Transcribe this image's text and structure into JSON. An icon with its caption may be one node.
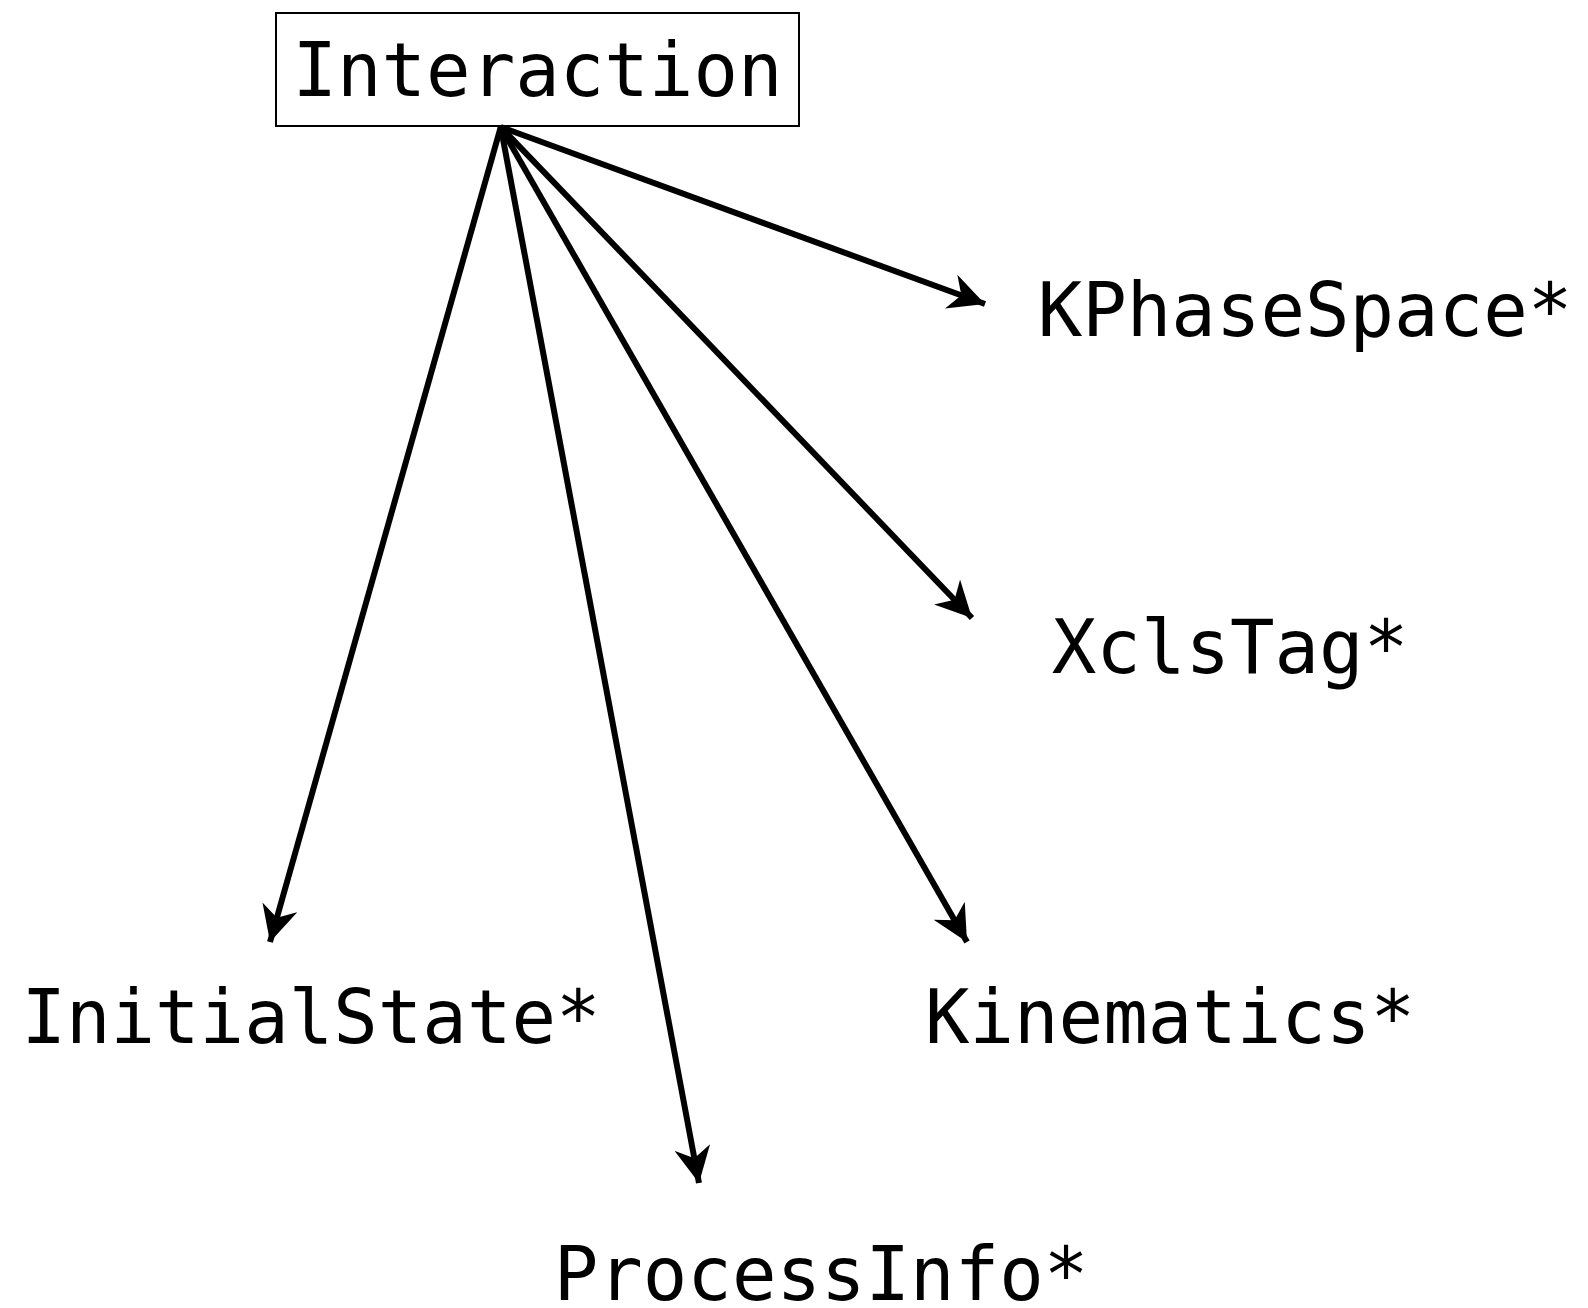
{
  "diagram": {
    "nodes": [
      {
        "text": [
          "Interaction"
        ]
      },
      {
        "text": [
          "KPhaseSpace*"
        ]
      },
      {
        "text": [
          "XclsTag*"
        ]
      },
      {
        "text": [
          "InitialState*"
        ]
      },
      {
        "text": [
          "Kinematics*"
        ]
      },
      {
        "text": [
          "ProcessInfo*"
        ]
      }
    ],
    "edges": [
      {
        "from": 0,
        "to": 1,
        "arrow": "to"
      },
      {
        "from": 0,
        "to": 2,
        "arrow": "to"
      },
      {
        "from": 0,
        "to": 3,
        "arrow": "to"
      },
      {
        "from": 0,
        "to": 4,
        "arrow": "to"
      },
      {
        "from": 0,
        "to": 5,
        "arrow": "to"
      }
    ]
  }
}
